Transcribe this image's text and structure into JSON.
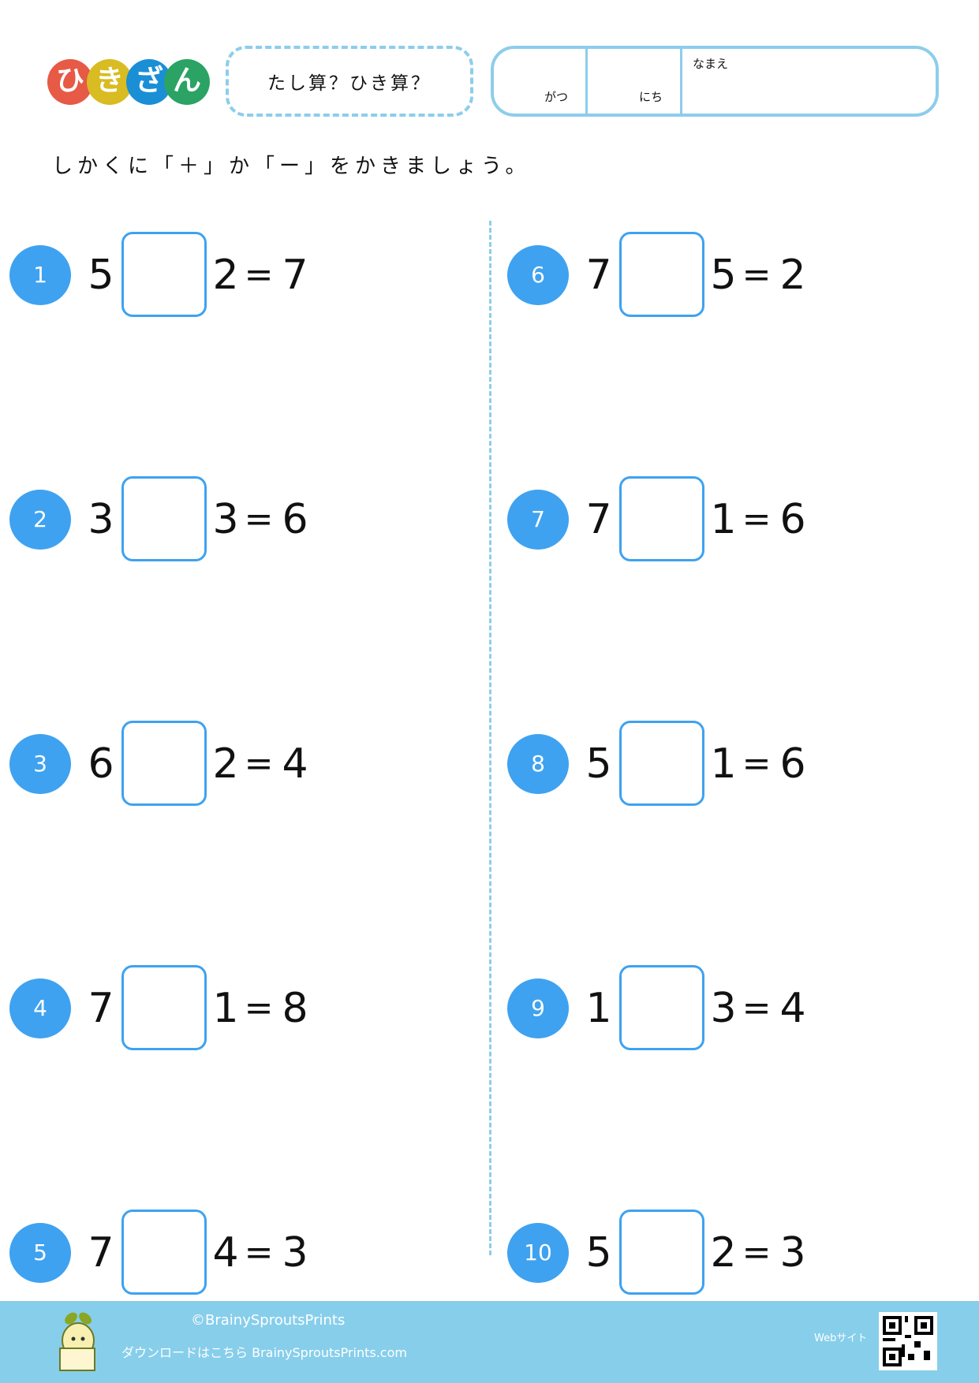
{
  "header": {
    "logo_chars": [
      "ひ",
      "き",
      "ざ",
      "ん"
    ],
    "logo_colors": [
      "#e65a46",
      "#d9bb22",
      "#1a8fd6",
      "#2aa365"
    ],
    "title": "たし算？ひき算？",
    "month_label": "がつ",
    "day_label": "にち",
    "name_label": "なまえ"
  },
  "instruction": "しかくに「＋」か「ー」をかきましょう。",
  "problems": [
    {
      "n": "1",
      "a": "5",
      "b": "2",
      "c": "7"
    },
    {
      "n": "2",
      "a": "3",
      "b": "3",
      "c": "6"
    },
    {
      "n": "3",
      "a": "6",
      "b": "2",
      "c": "4"
    },
    {
      "n": "4",
      "a": "7",
      "b": "1",
      "c": "8"
    },
    {
      "n": "5",
      "a": "7",
      "b": "4",
      "c": "3"
    },
    {
      "n": "6",
      "a": "7",
      "b": "5",
      "c": "2"
    },
    {
      "n": "7",
      "a": "7",
      "b": "1",
      "c": "6"
    },
    {
      "n": "8",
      "a": "5",
      "b": "1",
      "c": "6"
    },
    {
      "n": "9",
      "a": "1",
      "b": "3",
      "c": "4"
    },
    {
      "n": "10",
      "a": "5",
      "b": "2",
      "c": "3"
    }
  ],
  "equals": "=",
  "footer": {
    "copyright": "©BrainySproutsPrints",
    "download": "ダウンロードはこちら BrainySproutsPrints.com",
    "web_label": "Webサイト"
  }
}
